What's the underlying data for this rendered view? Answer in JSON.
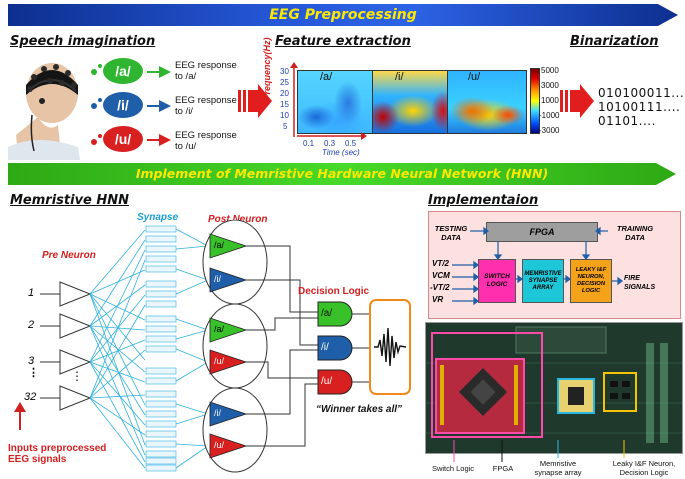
{
  "banners": {
    "preprocessing": "EEG Preprocessing",
    "implement": "Implement of Memristive Hardware Neural Network (HNN)"
  },
  "sections": {
    "speech": "Speech imagination",
    "feature": "Feature extraction",
    "binarization": "Binarization",
    "memristive_hnn": "Memristive HNN",
    "implementation": "Implementaion"
  },
  "speech": {
    "bubbles": [
      "/a/",
      "/i/",
      "/u/"
    ],
    "responses": [
      {
        "line1": "EEG response",
        "line2": "to /a/"
      },
      {
        "line1": "EEG response",
        "line2": "to /i/"
      },
      {
        "line1": "EEG response",
        "line2": "to /u/"
      }
    ],
    "colors": {
      "a": "#2fb52f",
      "i": "#1f5ea8",
      "u": "#d82020"
    }
  },
  "feature": {
    "ylabel": "Frequency(Hz)",
    "yticks": [
      "30",
      "25",
      "20",
      "15",
      "10",
      "5"
    ],
    "xticks": [
      "0.1",
      "0.3",
      "0.5"
    ],
    "xlabel": "Time (sec)",
    "panels": [
      "/a/",
      "/i/",
      "/u/"
    ],
    "colorbar_ticks": [
      "5000",
      "3000",
      "1000",
      "-1000",
      "-3000"
    ]
  },
  "binarization": {
    "lines": [
      "010100011....",
      "10100111....",
      "01101...."
    ]
  },
  "hnn": {
    "synapse": "Synapse",
    "post_neuron": "Post Neuron",
    "pre_neuron": "Pre Neuron",
    "inputs": [
      "1",
      "2",
      "3",
      "⋮",
      "32"
    ],
    "post_labels": [
      "/a/",
      "/i/",
      "/a/",
      "/u/",
      "/i/",
      "/u/"
    ],
    "decision_logic": "Decision Logic",
    "decision_labels": [
      "/a/",
      "/i/",
      "/u/"
    ],
    "winner": "“Winner takes all”",
    "inputs_caption_1": "Inputs preprocessed",
    "inputs_caption_2": "EEG signals"
  },
  "implementation": {
    "testing_data": "TESTING DATA",
    "fpga": "FPGA",
    "training_data": "TRAINING DATA",
    "inputs": [
      "VT/2",
      "VCM",
      "-VT/2",
      "VR"
    ],
    "switch_logic": "SWITCH LOGIC",
    "synapse_array": "MEMRISTIVE SYNAPSE ARRAY",
    "leaky_neuron": "LEAKY I&F NEURON, DECISION LOGIC",
    "fire_signals": "FIRE SIGNALS",
    "captions": {
      "switch": "Switch Logic",
      "fpga": "FPGA",
      "array_1": "Memristive",
      "array_2": "synapse array",
      "leaky_1": "Leaky I&F Neuron,",
      "leaky_2": "Decision Logic"
    },
    "colors": {
      "switch": "#ff2fae",
      "array": "#1ec7d8",
      "leaky": "#f5a21b"
    }
  }
}
